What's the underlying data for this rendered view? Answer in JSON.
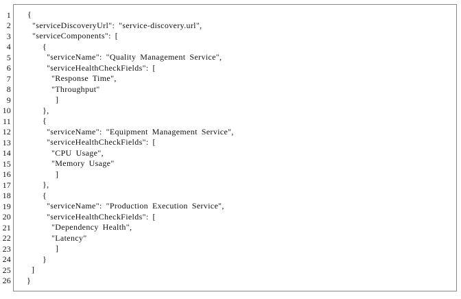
{
  "figure": {
    "kind": "code-listing",
    "language": "json",
    "line_count": 26,
    "colors": {
      "background": "#ffffff",
      "text": "#111111",
      "border": "#848484"
    }
  },
  "listing": {
    "lines": [
      {
        "no": 1,
        "indent": 20,
        "text": "{"
      },
      {
        "no": 2,
        "indent": 27,
        "text": "\"serviceDiscoveryUrl\": \"service-discovery.url\","
      },
      {
        "no": 3,
        "indent": 27,
        "text": "\"serviceComponents\": ["
      },
      {
        "no": 4,
        "indent": 42,
        "text": "{"
      },
      {
        "no": 5,
        "indent": 48,
        "text": "\"serviceName\": \"Quality Management Service\","
      },
      {
        "no": 6,
        "indent": 48,
        "text": "\"serviceHealthCheckFields\": ["
      },
      {
        "no": 7,
        "indent": 55,
        "text": "\"Response Time\","
      },
      {
        "no": 8,
        "indent": 55,
        "text": "\"Throughput\""
      },
      {
        "no": 9,
        "indent": 61,
        "text": "]"
      },
      {
        "no": 10,
        "indent": 42,
        "text": "},"
      },
      {
        "no": 11,
        "indent": 42,
        "text": "{"
      },
      {
        "no": 12,
        "indent": 48,
        "text": "\"serviceName\": \"Equipment Management Service\","
      },
      {
        "no": 13,
        "indent": 48,
        "text": "\"serviceHealthCheckFields\": ["
      },
      {
        "no": 14,
        "indent": 55,
        "text": "\"CPU Usage\","
      },
      {
        "no": 15,
        "indent": 55,
        "text": "\"Memory Usage\""
      },
      {
        "no": 16,
        "indent": 61,
        "text": "]"
      },
      {
        "no": 17,
        "indent": 42,
        "text": "},"
      },
      {
        "no": 18,
        "indent": 42,
        "text": "{"
      },
      {
        "no": 19,
        "indent": 48,
        "text": "\"serviceName\": \"Production Execution Service\","
      },
      {
        "no": 20,
        "indent": 48,
        "text": "\"serviceHealthCheckFields\": ["
      },
      {
        "no": 21,
        "indent": 55,
        "text": "\"Dependency Health\","
      },
      {
        "no": 22,
        "indent": 55,
        "text": "\"Latency\""
      },
      {
        "no": 23,
        "indent": 61,
        "text": "]"
      },
      {
        "no": 24,
        "indent": 42,
        "text": "}"
      },
      {
        "no": 25,
        "indent": 26,
        "text": "]"
      },
      {
        "no": 26,
        "indent": 19,
        "text": "}"
      }
    ]
  }
}
